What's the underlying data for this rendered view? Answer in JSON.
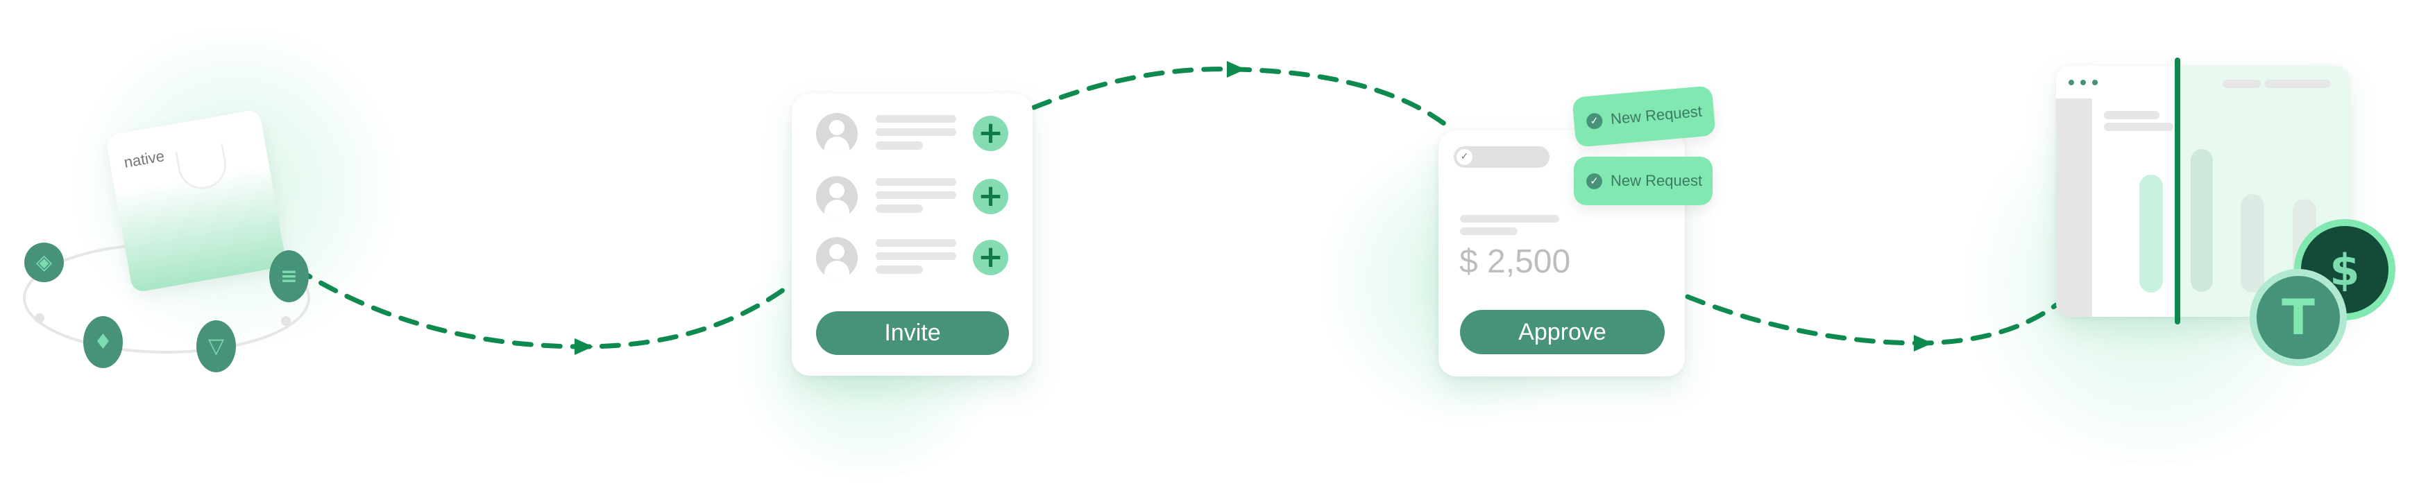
{
  "wallet": {
    "brand": "native",
    "coins": [
      "bnb-icon",
      "ethereum-icon",
      "tron-icon",
      "solana-icon"
    ]
  },
  "invite_card": {
    "rows": 3,
    "button_label": "Invite",
    "add_symbol": "+"
  },
  "approve_card": {
    "amount": "$ 2,500",
    "button_label": "Approve",
    "notifications": [
      "New Request",
      "New Request"
    ]
  },
  "dashboard": {
    "coins": [
      "usdt-icon",
      "dollar-icon"
    ],
    "dollar_symbol": "$",
    "tether_symbol": "T"
  },
  "colors": {
    "primary": "#47937a",
    "dash": "#0f8a4f",
    "accent": "#80e8b0",
    "dark": "#134a38"
  }
}
